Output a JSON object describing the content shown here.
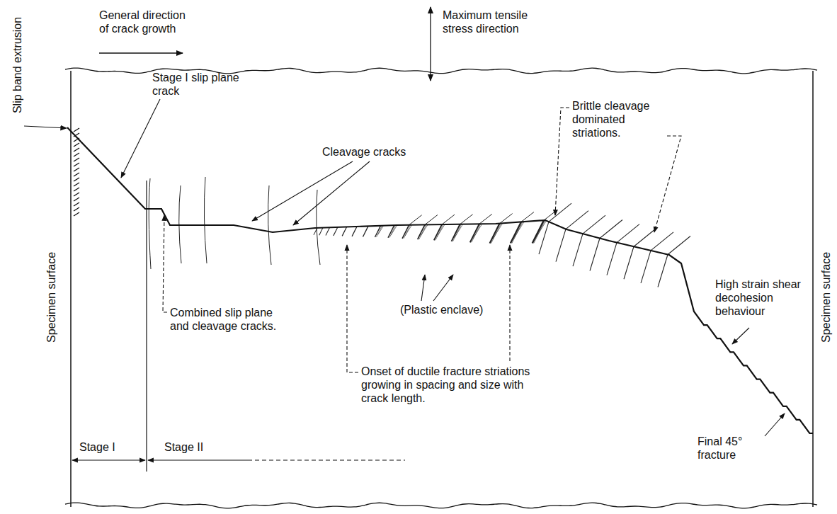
{
  "diagram": {
    "labels": [
      "General direction of crack growth",
      "Maximum tensile stress direction",
      "Slip band extrusion",
      "Stage I slip plane crack",
      "Cleavage cracks",
      "Brittle cleavage dominated striations.",
      "Specimen surface",
      "(Plastic enclave)",
      "Combined slip plane and cleavage cracks.",
      "Specimen surface",
      "Onset of ductile fracture striations growing in spacing and size with crack length.",
      "High strain shear decohesion behaviour",
      "Stage I",
      "Stage II",
      "Final 45° fracture"
    ]
  }
}
